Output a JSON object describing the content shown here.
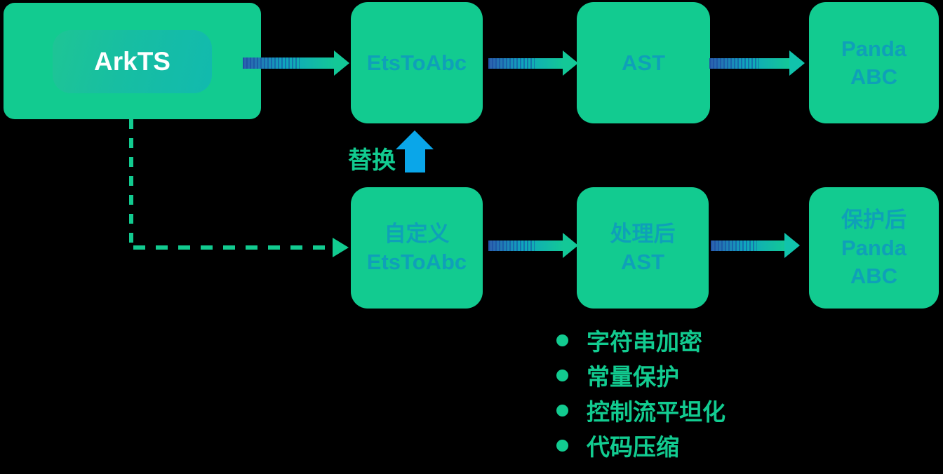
{
  "diagram": {
    "background_color": "#000000",
    "accent_colors": {
      "box_green": "#12CB90",
      "node_text_teal": "#0FA0B8",
      "replace_arrow_blue": "#0AA6E9",
      "arrow_gradient_start_blue": "#2C5FAE",
      "arrow_gradient_end_green": "#13C897",
      "arkts_text_white": "#FFFFFF"
    }
  },
  "nodes": {
    "arkts": {
      "label": "ArkTS"
    },
    "etstoabc": {
      "label": "EtsToAbc"
    },
    "ast": {
      "label": "AST"
    },
    "panda_abc": {
      "lines": [
        "Panda",
        "ABC"
      ]
    },
    "custom_etstoabc": {
      "lines": [
        "自定义",
        "EtsToAbc"
      ]
    },
    "processed_ast": {
      "lines": [
        "处理后",
        "AST"
      ]
    },
    "protected_panda_abc": {
      "lines": [
        "保护后",
        "Panda",
        "ABC"
      ]
    }
  },
  "labels": {
    "replace": "替换"
  },
  "bullets": [
    "字符串加密",
    "常量保护",
    "控制流平坦化",
    "代码压缩"
  ]
}
